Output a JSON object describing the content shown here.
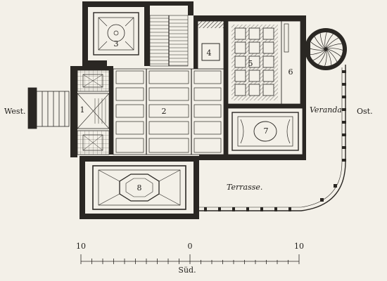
{
  "title": "",
  "rooms": [
    {
      "number": "1"
    },
    {
      "number": "2"
    },
    {
      "number": "3"
    },
    {
      "number": "4"
    },
    {
      "number": "5"
    },
    {
      "number": "6"
    },
    {
      "number": "7"
    },
    {
      "number": "8"
    }
  ],
  "labels": {
    "west": "West.",
    "ost": "Ost.",
    "veranda": "Veranda",
    "terrasse": "Terrasse.",
    "sued": "Süd."
  },
  "scale": {
    "left_label": "10",
    "center_label": "0",
    "right_label": "10"
  },
  "colors": {
    "paper": "#f3f0e8",
    "ink": "#1e1c19",
    "wall": "#2a2723"
  }
}
